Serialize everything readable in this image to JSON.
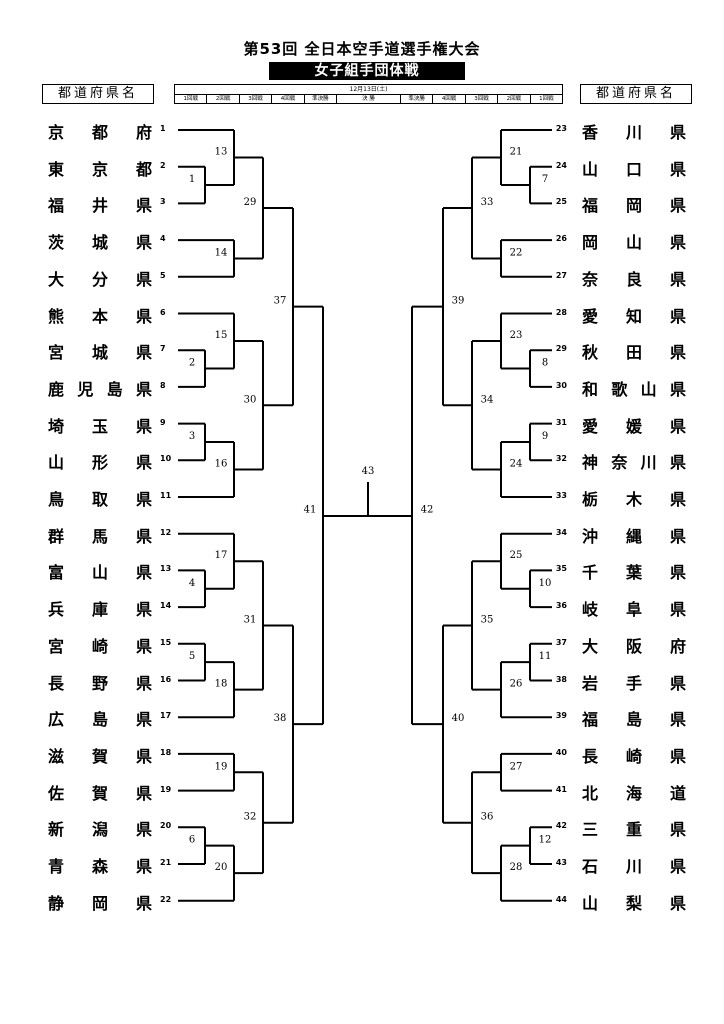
{
  "header": {
    "title": "第53回 全日本空手道選手権大会",
    "subtitle": "女子組手団体戦",
    "left_label": "都道府県名",
    "right_label": "都道府県名",
    "date": "12月13日(土)",
    "rounds": [
      "1回戦",
      "2回戦",
      "3回戦",
      "4回戦",
      "準決勝",
      "決 勝",
      "準決勝",
      "4回戦",
      "3回戦",
      "2回戦",
      "1回戦"
    ]
  },
  "left_teams": [
    {
      "seed": "1",
      "name": "京都府"
    },
    {
      "seed": "2",
      "name": "東京都"
    },
    {
      "seed": "3",
      "name": "福井県"
    },
    {
      "seed": "4",
      "name": "茨城県"
    },
    {
      "seed": "5",
      "name": "大分県"
    },
    {
      "seed": "6",
      "name": "熊本県"
    },
    {
      "seed": "7",
      "name": "宮城県"
    },
    {
      "seed": "8",
      "name": "鹿児島県"
    },
    {
      "seed": "9",
      "name": "埼玉県"
    },
    {
      "seed": "10",
      "name": "山形県"
    },
    {
      "seed": "11",
      "name": "鳥取県"
    },
    {
      "seed": "12",
      "name": "群馬県"
    },
    {
      "seed": "13",
      "name": "富山県"
    },
    {
      "seed": "14",
      "name": "兵庫県"
    },
    {
      "seed": "15",
      "name": "宮崎県"
    },
    {
      "seed": "16",
      "name": "長野県"
    },
    {
      "seed": "17",
      "name": "広島県"
    },
    {
      "seed": "18",
      "name": "滋賀県"
    },
    {
      "seed": "19",
      "name": "佐賀県"
    },
    {
      "seed": "20",
      "name": "新潟県"
    },
    {
      "seed": "21",
      "name": "青森県"
    },
    {
      "seed": "22",
      "name": "静岡県"
    }
  ],
  "right_teams": [
    {
      "seed": "23",
      "name": "香川県"
    },
    {
      "seed": "24",
      "name": "山口県"
    },
    {
      "seed": "25",
      "name": "福岡県"
    },
    {
      "seed": "26",
      "name": "岡山県"
    },
    {
      "seed": "27",
      "name": "奈良県"
    },
    {
      "seed": "28",
      "name": "愛知県"
    },
    {
      "seed": "29",
      "name": "秋田県"
    },
    {
      "seed": "30",
      "name": "和歌山県"
    },
    {
      "seed": "31",
      "name": "愛媛県"
    },
    {
      "seed": "32",
      "name": "神奈川県"
    },
    {
      "seed": "33",
      "name": "栃木県"
    },
    {
      "seed": "34",
      "name": "沖縄県"
    },
    {
      "seed": "35",
      "name": "千葉県"
    },
    {
      "seed": "36",
      "name": "岐阜県"
    },
    {
      "seed": "37",
      "name": "大阪府"
    },
    {
      "seed": "38",
      "name": "岩手県"
    },
    {
      "seed": "39",
      "name": "福島県"
    },
    {
      "seed": "40",
      "name": "長崎県"
    },
    {
      "seed": "41",
      "name": "北海道"
    },
    {
      "seed": "42",
      "name": "三重県"
    },
    {
      "seed": "43",
      "name": "石川県"
    },
    {
      "seed": "44",
      "name": "山梨県"
    }
  ],
  "matches": [
    "1",
    "2",
    "3",
    "4",
    "5",
    "6",
    "7",
    "8",
    "9",
    "10",
    "11",
    "12",
    "13",
    "14",
    "15",
    "16",
    "17",
    "18",
    "19",
    "20",
    "21",
    "22",
    "23",
    "24",
    "25",
    "26",
    "27",
    "28",
    "29",
    "30",
    "31",
    "32",
    "33",
    "34",
    "35",
    "36",
    "37",
    "38",
    "39",
    "40",
    "41",
    "42",
    "43"
  ]
}
